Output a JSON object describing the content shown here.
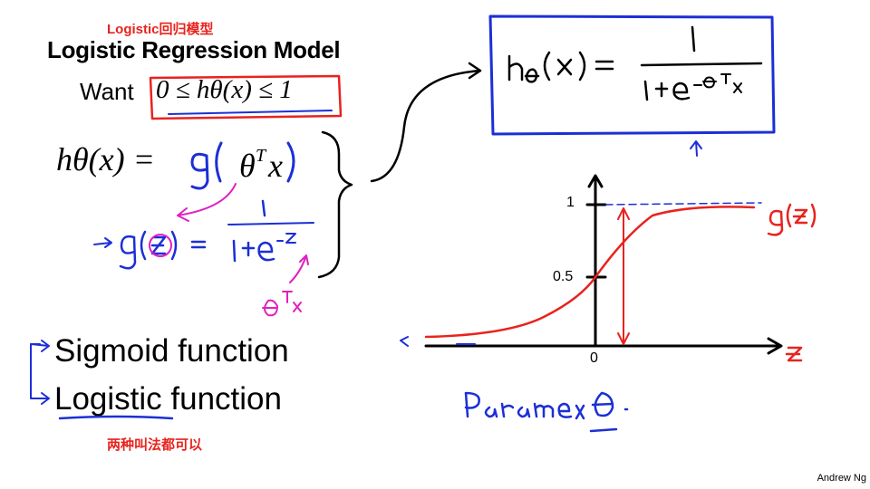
{
  "slide": {
    "title_cn": "Logistic回归模型",
    "title": "Logistic Regression Model",
    "want_label": "Want",
    "want_expression": "0 ≤ hθ(x) ≤ 1",
    "hypothesis": "hθ(x) = ",
    "list": {
      "item1": "Sigmoid function",
      "item2": "Logistic function"
    },
    "note_cn": "两种叫法都可以",
    "author": "Andrew Ng"
  },
  "graph": {
    "y_tick_top": "1",
    "y_tick_mid": "0.5",
    "x_tick_origin": "0"
  },
  "colors": {
    "red": "#e8231e",
    "blue": "#1c2fd6",
    "magenta": "#e020c0",
    "black": "#000000"
  }
}
